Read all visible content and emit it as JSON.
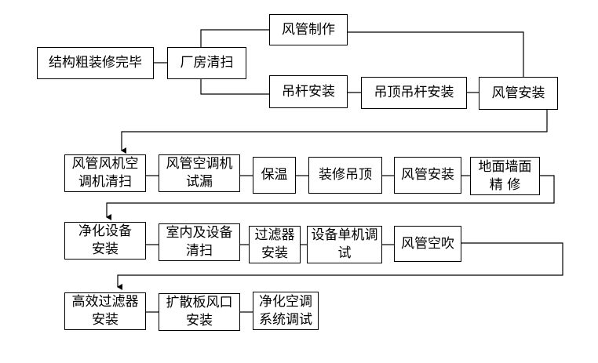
{
  "nodes": {
    "n1": "结构粗装修完毕",
    "n2": "厂房清扫",
    "n3": "风管制作",
    "n4": "吊杆安装",
    "n5": "吊顶吊杆安装",
    "n6": "风管安装",
    "n7": "风管风机空\n调机清扫",
    "n8": "风管空调机\n试漏",
    "n9": "保温",
    "n10": "装修吊顶",
    "n11": "风管安装",
    "n12": "地面墙面\n精  修",
    "n13": "净化设备\n安装",
    "n14": "室内及设备\n清扫",
    "n15": "过滤器\n安装",
    "n16": "设备单机调\n试",
    "n17": "风管空吹",
    "n18": "高效过滤器\n安装",
    "n19": "扩散板风口\n安装",
    "n20": "净化空调\n系统调试"
  }
}
